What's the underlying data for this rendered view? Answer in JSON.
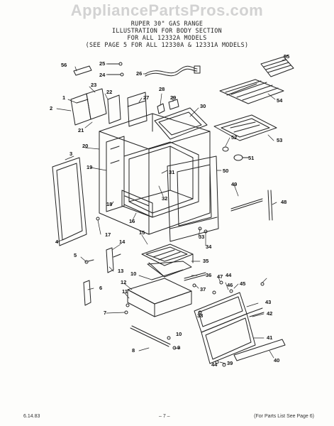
{
  "watermark": "AppliancePartsPros.com",
  "header": {
    "line1": "RUPER 30\" GAS RANGE",
    "line2": "ILLUSTRATION FOR BODY SECTION",
    "line3": "FOR ALL 12332A MODELS",
    "line4": "(SEE PAGE 5 FOR ALL 12330A & 12331A MODELS)"
  },
  "labels": [
    "1",
    "2",
    "3",
    "4",
    "5",
    "6",
    "7",
    "8",
    "9",
    "10",
    "11",
    "12",
    "13",
    "14",
    "15",
    "16",
    "17",
    "18",
    "19",
    "20",
    "21",
    "22",
    "23",
    "24",
    "25",
    "26",
    "27",
    "28",
    "29",
    "30",
    "31",
    "32",
    "33",
    "34",
    "35",
    "36",
    "37",
    "38",
    "39",
    "40",
    "41",
    "42",
    "43",
    "44",
    "45",
    "46",
    "47",
    "48",
    "49",
    "50",
    "51",
    "52",
    "53",
    "54",
    "55",
    "56"
  ],
  "labels_extra": [
    "10",
    "44"
  ],
  "footer": {
    "date": "6.14.83",
    "page": "– 7 –",
    "note": "(For Parts List See Page 6)"
  }
}
